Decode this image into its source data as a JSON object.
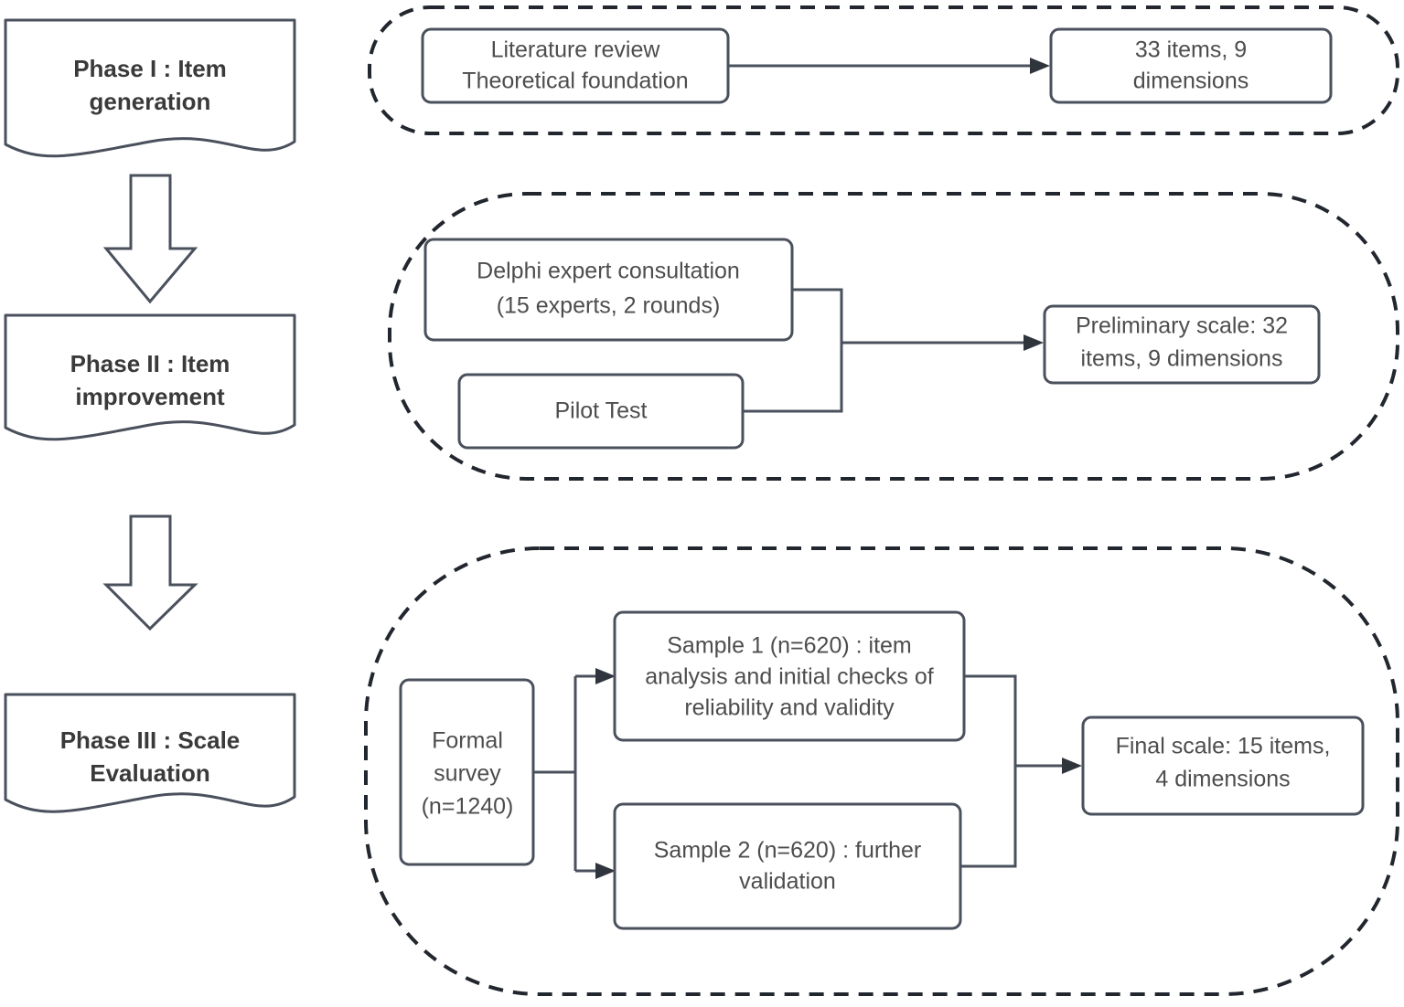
{
  "diagram": {
    "title": "Scale development three-phase flowchart",
    "colors": {
      "box_stroke": "#4a505c",
      "group_stroke": "#22262e",
      "text": "#4d4d4d",
      "phase_text": "#3a3a3a",
      "background": "#ffffff"
    },
    "phases": [
      {
        "id": "phase-1",
        "label_line1": "Phase I : Item",
        "label_line2": "generation",
        "nodes": [
          {
            "id": "literature-review",
            "line1": "Literature review",
            "line2": "Theoretical foundation"
          },
          {
            "id": "items-33",
            "line1": "33 items, 9",
            "line2": "dimensions"
          }
        ]
      },
      {
        "id": "phase-2",
        "label_line1": "Phase II : Item",
        "label_line2": "improvement",
        "nodes": [
          {
            "id": "delphi-consultation",
            "line1": "Delphi expert consultation",
            "line2": "(15 experts, 2 rounds)"
          },
          {
            "id": "pilot-test",
            "line1": "Pilot Test",
            "line2": ""
          },
          {
            "id": "preliminary-scale",
            "line1": "Preliminary scale: 32",
            "line2": "items, 9 dimensions"
          }
        ]
      },
      {
        "id": "phase-3",
        "label_line1": "Phase III : Scale",
        "label_line2": "Evaluation",
        "nodes": [
          {
            "id": "formal-survey",
            "line1": "Formal",
            "line2": "survey",
            "line3": "(n=1240)"
          },
          {
            "id": "sample-1",
            "line1": "Sample 1 (n=620) : item",
            "line2": "analysis and initial checks of",
            "line3": "reliability and validity"
          },
          {
            "id": "sample-2",
            "line1": "Sample 2 (n=620) : further",
            "line2": "validation",
            "line3": ""
          },
          {
            "id": "final-scale",
            "line1": "Final scale: 15 items,",
            "line2": "4 dimensions"
          }
        ]
      }
    ]
  }
}
